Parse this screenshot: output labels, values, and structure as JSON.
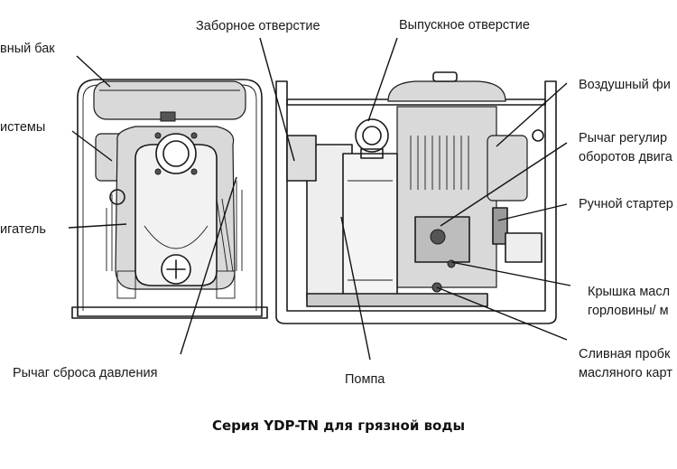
{
  "labels": {
    "fuel_tank": "вный бак",
    "system": "истемы",
    "engine": "игатель",
    "pressure_release": "Рычаг сброса давления",
    "intake": "Заборное отверстие",
    "outlet": "Выпускное отверстие",
    "air_filter": "Воздушный фи",
    "speed_lever_1": "Рычаг регулир",
    "speed_lever_2": "оборотов двига",
    "manual_starter": "Ручной стартер",
    "oil_cap_1": "Крышка масл",
    "oil_cap_2": "горловины/ м",
    "drain_plug_1": "Сливная пробк",
    "drain_plug_2": "масляного карт",
    "pump": "Помпа"
  },
  "caption": "Серия YDP-TN для грязной воды"
}
